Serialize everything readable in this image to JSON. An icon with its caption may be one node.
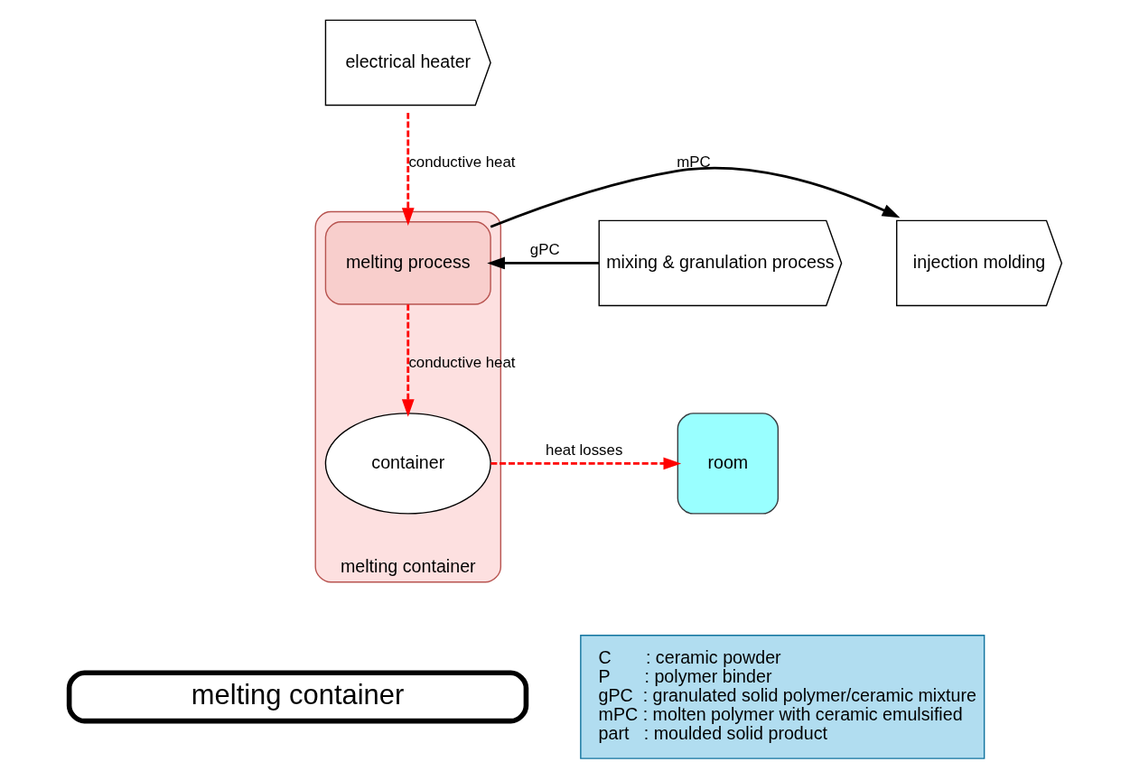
{
  "diagram": {
    "nodes": [
      {
        "text": [
          "electrical heater"
        ]
      },
      {
        "text": [
          "mixing & granulation process"
        ]
      },
      {
        "text": [
          "melting container"
        ]
      },
      {
        "text": [
          "melting process"
        ],
        "in": 2
      },
      {
        "text": [
          "container"
        ],
        "in": 2
      },
      {
        "text": [
          "injection molding"
        ]
      },
      {
        "text": [
          "room"
        ]
      },
      {
        "text": [
          "C       : ceramic powder",
          "P       : polymer binder",
          "gPC  : granulated solid polymer/ceramic mixture",
          "mPC : molten polymer with ceramic emulsified",
          "part   : moulded solid product"
        ]
      },
      {
        "text": [
          "melting container"
        ]
      }
    ],
    "edges": [
      {
        "from": 0,
        "to": 3,
        "arrow": "to",
        "label": "conductive heat",
        "style": "dashed",
        "color": "#ff0000"
      },
      {
        "from": 1,
        "to": 3,
        "arrow": "to",
        "label": "gPC",
        "color": "#000000"
      },
      {
        "from": 3,
        "to": 5,
        "arrow": "to",
        "label": "mPC",
        "color": "#000000"
      },
      {
        "from": 3,
        "to": 4,
        "arrow": "to",
        "label": "conductive heat",
        "style": "dashed",
        "color": "#ff0000"
      },
      {
        "from": 4,
        "to": 6,
        "arrow": "to",
        "label": "heat losses",
        "style": "dashed",
        "color": "#ff0000"
      }
    ]
  }
}
